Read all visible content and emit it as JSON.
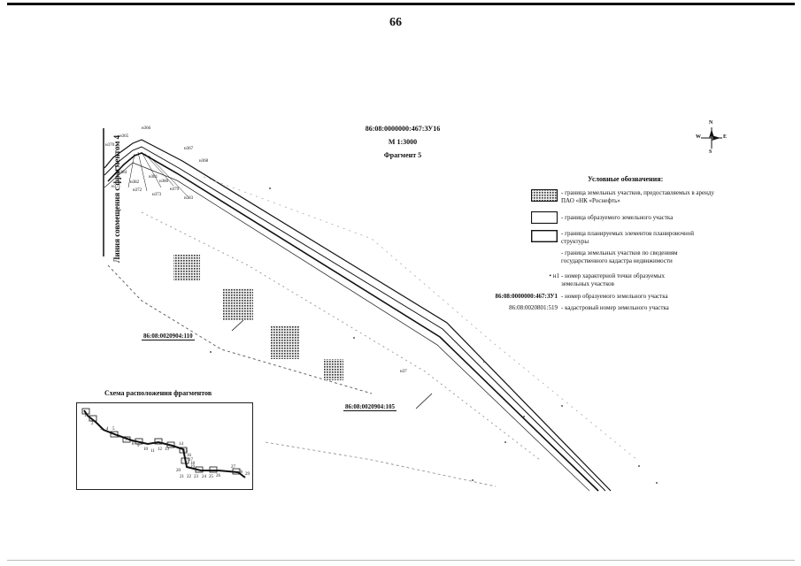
{
  "page_number": "66",
  "header": {
    "cadastral_title": "86:08:0000000:467:ЗУ16",
    "scale": "М 1:3000",
    "fragment": "Фрагмент 5"
  },
  "side_label": "Линия совмещения с фрагментом 4",
  "compass": {
    "n": "N",
    "s": "S",
    "w": "W",
    "e": "E"
  },
  "legend": {
    "title": "Условные обозначения:",
    "items": [
      {
        "text": "- граница земельных участков, предоставляемых в аренду ПАО «НК «Роснефть»"
      },
      {
        "text": "- граница образуемого земельного участка"
      },
      {
        "text": "- граница планируемых элементов планировочной структуры"
      },
      {
        "text": "- граница земельных участков по сведениям государственного кадастра недвижимости"
      },
      {
        "symbol": "• н1",
        "text": "- номер характерной точки образуемых земельных участков"
      },
      {
        "symbol": "86:08:0000000:467:ЗУ1",
        "text": "- номер образуемого земельного участка"
      },
      {
        "symbol": "86:08:0020801:519",
        "text": "- кадастровый номер земельного участка"
      }
    ]
  },
  "parcels": {
    "p110": "86:08:0020904:110",
    "p105": "86:08:0020904:105"
  },
  "points": [
    "н365",
    "н366",
    "н367",
    "н368",
    "н370",
    "н371",
    "н372",
    "н373",
    "н379",
    "н380",
    "н381",
    "н382",
    "н383",
    "н384",
    "н37"
  ],
  "scheme": {
    "title": "Схема расположения фрагментов",
    "numbers": [
      "1",
      "2",
      "3",
      "4",
      "5",
      "6",
      "7",
      "8",
      "9",
      "10",
      "11",
      "12",
      "13",
      "14",
      "15",
      "16",
      "17",
      "18",
      "19",
      "20",
      "21",
      "22",
      "23",
      "24",
      "25",
      "26",
      "27",
      "28",
      "29"
    ]
  }
}
